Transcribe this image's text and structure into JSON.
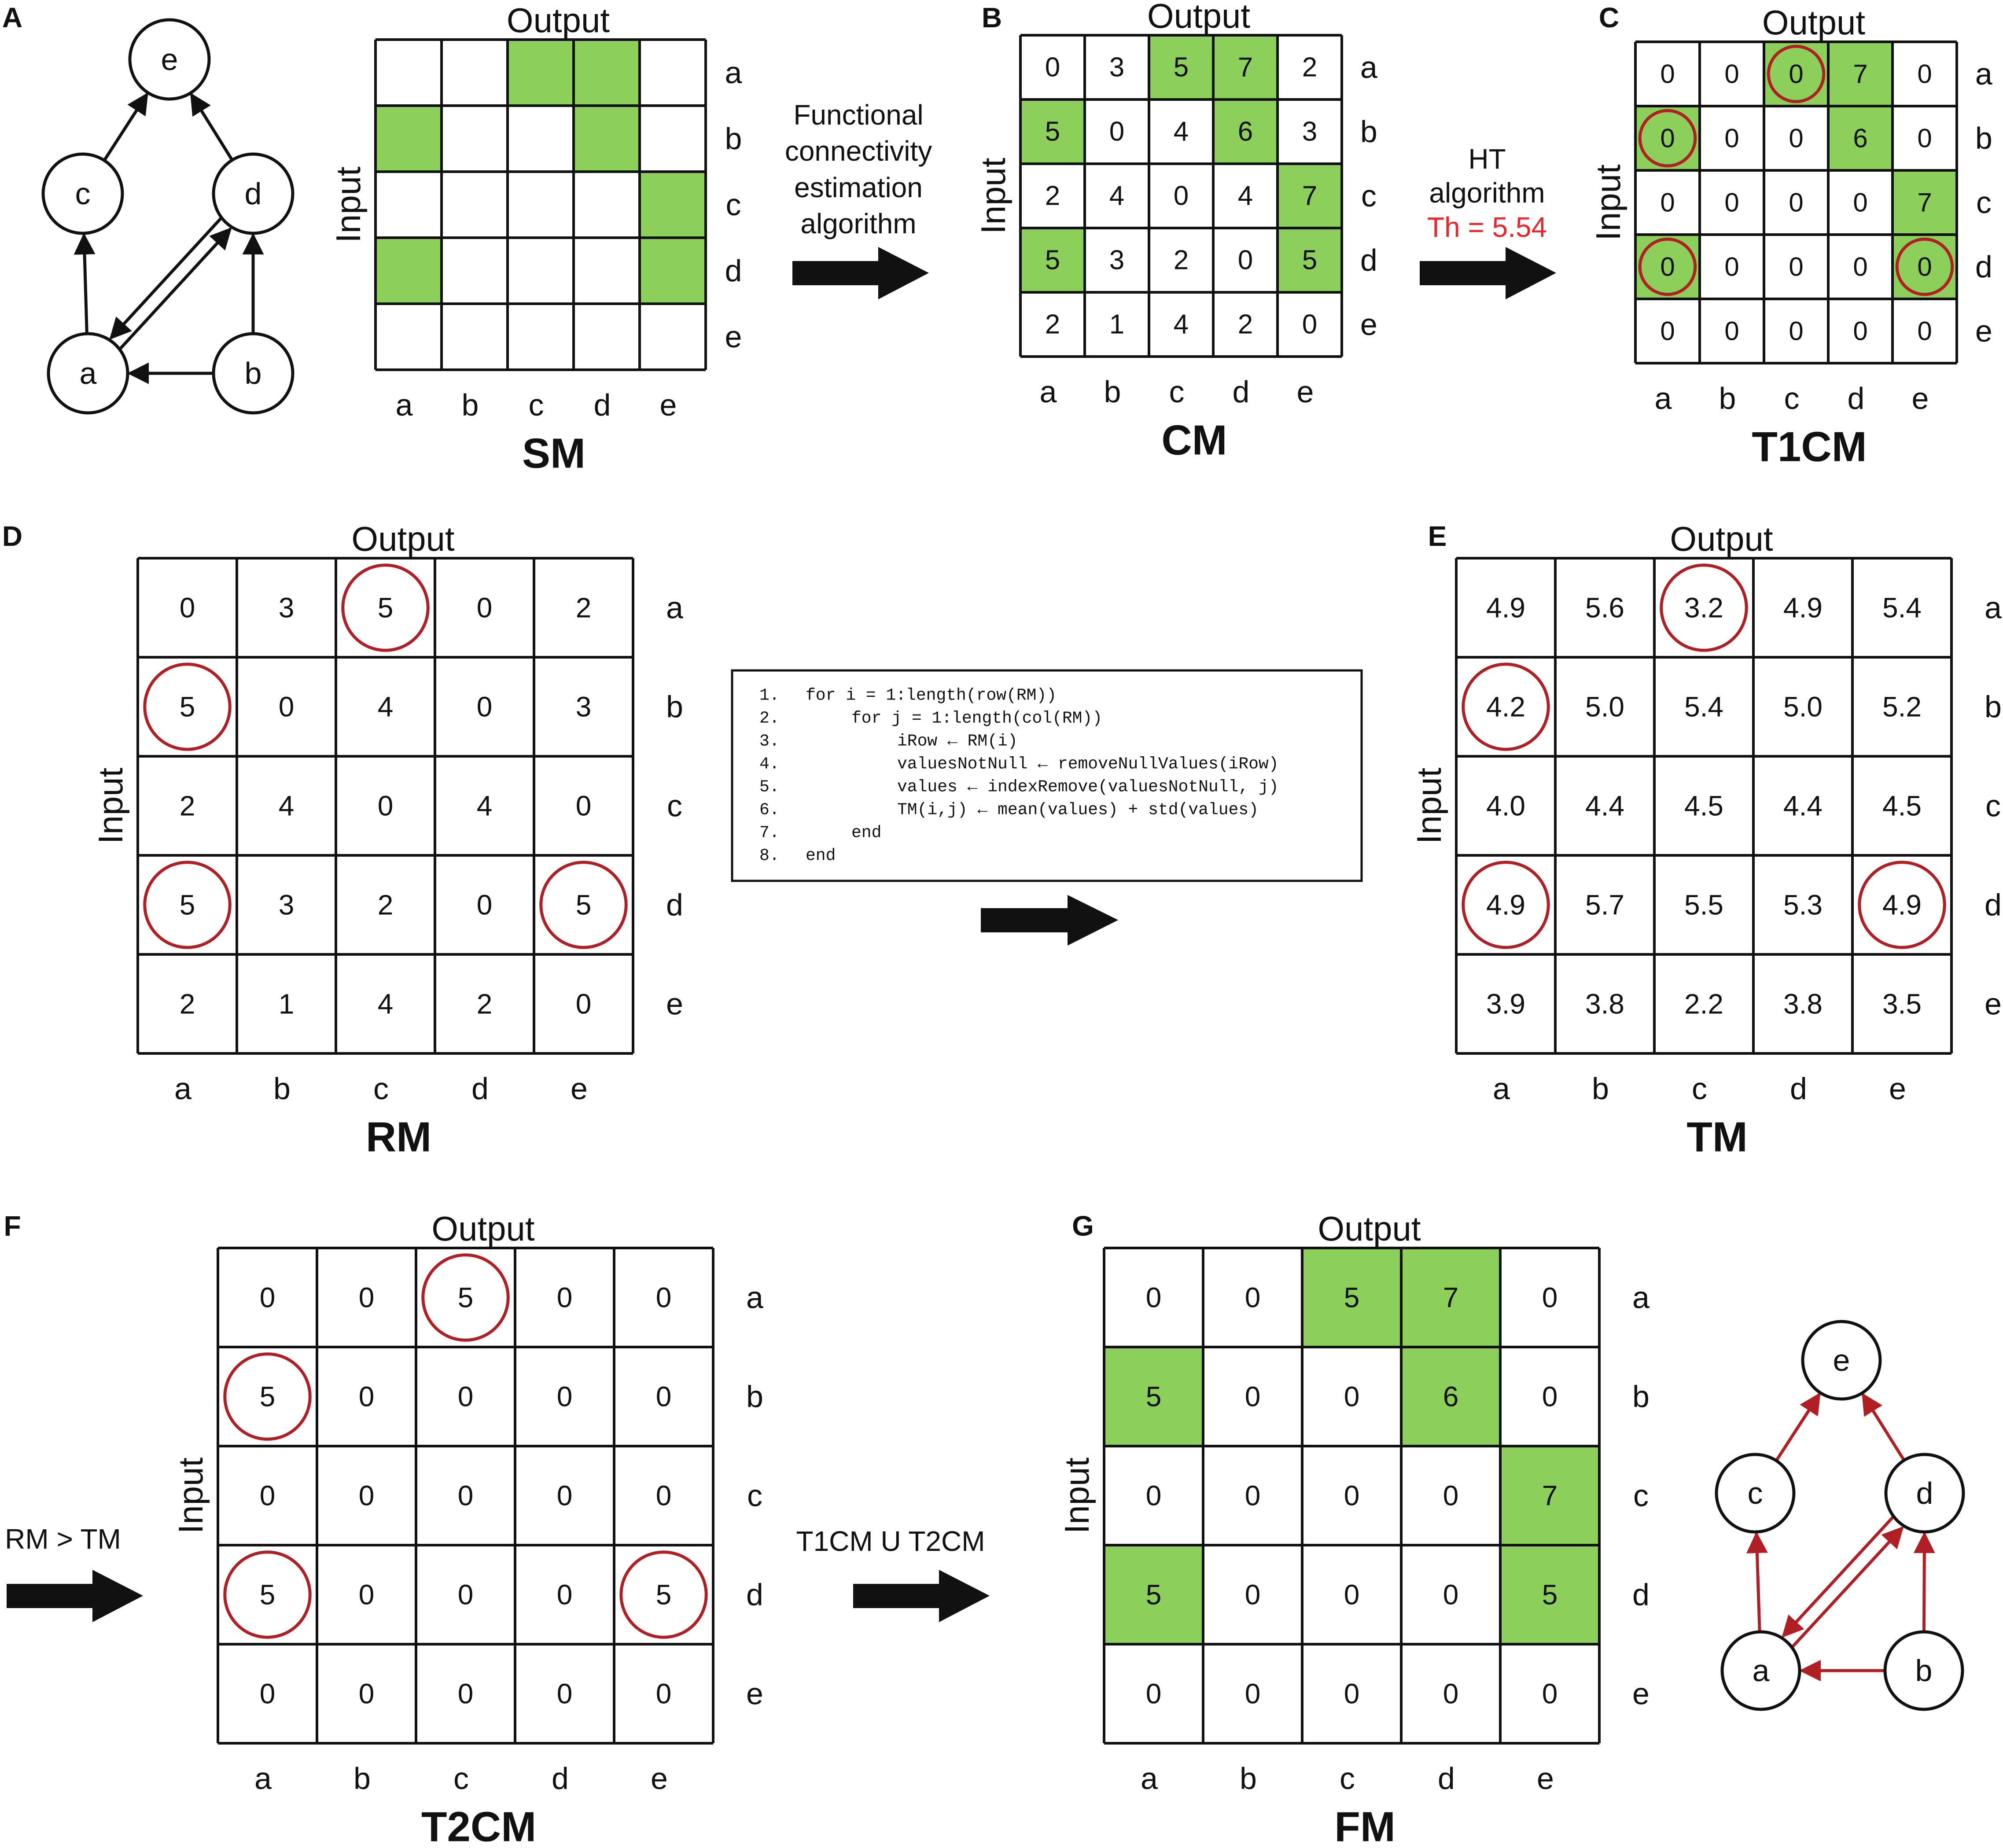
{
  "colors": {
    "green": "#8ccf5a",
    "red": "#b01f24",
    "line": "#111111"
  },
  "labels": {
    "input": "Input",
    "output": "Output"
  },
  "panels": [
    {
      "letter": "A",
      "name": "SM",
      "values": null,
      "green": [
        [
          0,
          2
        ],
        [
          0,
          3
        ],
        [
          1,
          0
        ],
        [
          1,
          3
        ],
        [
          2,
          4
        ],
        [
          3,
          0
        ],
        [
          3,
          4
        ]
      ],
      "circles": []
    },
    {
      "letter": "B",
      "name": "CM",
      "values": [
        [
          "0",
          "3",
          "5",
          "7",
          "2"
        ],
        [
          "5",
          "0",
          "4",
          "6",
          "3"
        ],
        [
          "2",
          "4",
          "0",
          "4",
          "7"
        ],
        [
          "5",
          "3",
          "2",
          "0",
          "5"
        ],
        [
          "2",
          "1",
          "4",
          "2",
          "0"
        ]
      ],
      "green": [
        [
          0,
          2
        ],
        [
          0,
          3
        ],
        [
          1,
          0
        ],
        [
          1,
          3
        ],
        [
          2,
          4
        ],
        [
          3,
          0
        ],
        [
          3,
          4
        ]
      ],
      "circles": []
    },
    {
      "letter": "C",
      "name": "T1CM",
      "values": [
        [
          "0",
          "0",
          "0",
          "7",
          "0"
        ],
        [
          "0",
          "0",
          "0",
          "6",
          "0"
        ],
        [
          "0",
          "0",
          "0",
          "0",
          "7"
        ],
        [
          "0",
          "0",
          "0",
          "0",
          "0"
        ],
        [
          "0",
          "0",
          "0",
          "0",
          "0"
        ]
      ],
      "green": [
        [
          0,
          2
        ],
        [
          0,
          3
        ],
        [
          1,
          0
        ],
        [
          1,
          3
        ],
        [
          2,
          4
        ],
        [
          3,
          0
        ],
        [
          3,
          4
        ]
      ],
      "circles": [
        [
          0,
          2
        ],
        [
          1,
          0
        ],
        [
          3,
          0
        ],
        [
          3,
          4
        ]
      ]
    },
    {
      "letter": "D",
      "name": "RM",
      "values": [
        [
          "0",
          "3",
          "5",
          "0",
          "2"
        ],
        [
          "5",
          "0",
          "4",
          "0",
          "3"
        ],
        [
          "2",
          "4",
          "0",
          "4",
          "0"
        ],
        [
          "5",
          "3",
          "2",
          "0",
          "5"
        ],
        [
          "2",
          "1",
          "4",
          "2",
          "0"
        ]
      ],
      "green": [],
      "circles": [
        [
          0,
          2
        ],
        [
          1,
          0
        ],
        [
          3,
          0
        ],
        [
          3,
          4
        ]
      ]
    },
    {
      "letter": "E",
      "name": "TM",
      "values": [
        [
          "4.9",
          "5.6",
          "3.2",
          "4.9",
          "5.4"
        ],
        [
          "4.2",
          "5.0",
          "5.4",
          "5.0",
          "5.2"
        ],
        [
          "4.0",
          "4.4",
          "4.5",
          "4.4",
          "4.5"
        ],
        [
          "4.9",
          "5.7",
          "5.5",
          "5.3",
          "4.9"
        ],
        [
          "3.9",
          "3.8",
          "2.2",
          "3.8",
          "3.5"
        ]
      ],
      "green": [],
      "circles": [
        [
          0,
          2
        ],
        [
          1,
          0
        ],
        [
          3,
          0
        ],
        [
          3,
          4
        ]
      ]
    },
    {
      "letter": "F",
      "name": "T2CM",
      "values": [
        [
          "0",
          "0",
          "5",
          "0",
          "0"
        ],
        [
          "5",
          "0",
          "0",
          "0",
          "0"
        ],
        [
          "0",
          "0",
          "0",
          "0",
          "0"
        ],
        [
          "5",
          "0",
          "0",
          "0",
          "5"
        ],
        [
          "0",
          "0",
          "0",
          "0",
          "0"
        ]
      ],
      "green": [],
      "circles": [
        [
          0,
          2
        ],
        [
          1,
          0
        ],
        [
          3,
          0
        ],
        [
          3,
          4
        ]
      ]
    },
    {
      "letter": "G",
      "name": "FM",
      "values": [
        [
          "0",
          "0",
          "5",
          "7",
          "0"
        ],
        [
          "5",
          "0",
          "0",
          "6",
          "0"
        ],
        [
          "0",
          "0",
          "0",
          "0",
          "7"
        ],
        [
          "5",
          "0",
          "0",
          "0",
          "5"
        ],
        [
          "0",
          "0",
          "0",
          "0",
          "0"
        ]
      ],
      "green": [
        [
          0,
          2
        ],
        [
          0,
          3
        ],
        [
          1,
          0
        ],
        [
          1,
          3
        ],
        [
          2,
          4
        ],
        [
          3,
          0
        ],
        [
          3,
          4
        ]
      ],
      "circles": []
    }
  ],
  "row_labels": [
    "a",
    "b",
    "c",
    "d",
    "e"
  ],
  "col_labels": [
    "a",
    "b",
    "c",
    "d",
    "e"
  ],
  "arrow_texts": {
    "fc": [
      "Functional",
      "connectivity",
      "estimation",
      "algorithm"
    ],
    "ht": [
      "HT",
      "algorithm"
    ],
    "th": "Th = 5.54",
    "rm_tm": "RM > TM",
    "union": "T1CM U T2CM"
  },
  "code_lines": [
    {
      "num": "1.",
      "text": "for i = 1:length(row(RM))"
    },
    {
      "num": "2.",
      "text": "for j = 1:length(col(RM))"
    },
    {
      "num": "3.",
      "text": "iRow ← RM(i)"
    },
    {
      "num": "4.",
      "text": "valuesNotNull ← removeNullValues(iRow)"
    },
    {
      "num": "5.",
      "text": "values ← indexRemove(valuesNotNull, j)"
    },
    {
      "num": "6.",
      "text": "TM(i,j) ← mean(values) + std(values)"
    },
    {
      "num": "7.",
      "text": "end"
    },
    {
      "num": "8.",
      "text": "end"
    }
  ],
  "graph": {
    "nodes": [
      "e",
      "c",
      "d",
      "a",
      "b"
    ],
    "edges": [
      [
        "c",
        "e"
      ],
      [
        "d",
        "e"
      ],
      [
        "a",
        "c"
      ],
      [
        "a",
        "d"
      ],
      [
        "d",
        "a"
      ],
      [
        "b",
        "a"
      ],
      [
        "b",
        "d"
      ]
    ]
  }
}
